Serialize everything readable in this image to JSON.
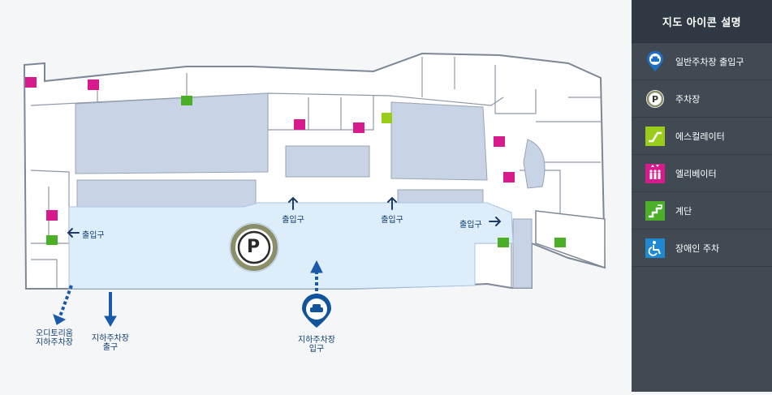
{
  "panel": {
    "title": "지도 아이콘 설명",
    "items": [
      {
        "icon": "car-entrance-icon",
        "label": "일반주차장 출입구"
      },
      {
        "icon": "parking-icon",
        "label": "주차장"
      },
      {
        "icon": "escalator-icon",
        "label": "에스컬레이터"
      },
      {
        "icon": "elevator-icon",
        "label": "엘리베이터"
      },
      {
        "icon": "stairs-icon",
        "label": "계단"
      },
      {
        "icon": "accessible-parking-icon",
        "label": "장애인 주차"
      }
    ]
  },
  "map": {
    "labels": {
      "entrance_west": "출입구",
      "entrance_center_left": "출입구",
      "entrance_center_right": "출입구",
      "entrance_east": "출입구",
      "auditorium_parking_l1": "오디토리움",
      "auditorium_parking_l2": "지하주차장",
      "underground_exit_l1": "지하주차장",
      "underground_exit_l2": "출구",
      "underground_entry_l1": "지하주차장",
      "underground_entry_l2": "입구"
    },
    "parking_symbol": "P"
  },
  "colors": {
    "panel_bg": "#414a53",
    "panel_head": "#2f3943",
    "room_fill": "#c9d3e6",
    "parking_fill": "#ddeefa",
    "arrow": "#1a5aa8",
    "escalator": "#9acd1a",
    "elevator": "#d81b8c",
    "stairs": "#4caf28",
    "accessible": "#1e88d0"
  }
}
